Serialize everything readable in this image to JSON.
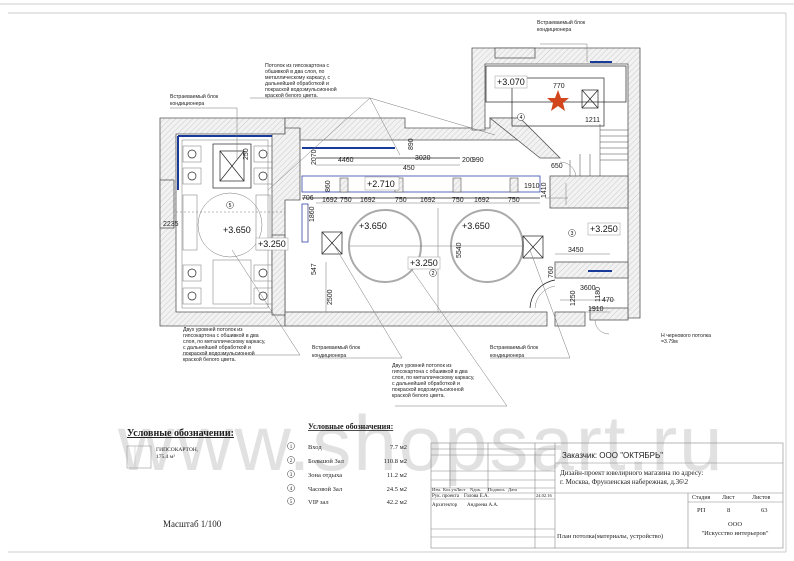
{
  "watermark": "www.shopsart.ru",
  "notes": {
    "ac_unit": [
      "Встраеваемый блок",
      "кондиционера"
    ],
    "ceiling_top": [
      "Потолок из гипсокартона с",
      "обшивкой в два слоя,  по",
      "металлическому каркасу, с",
      "дальнейшей обработкой и",
      "покраской водоэмульсионной",
      "краской белого цвета."
    ],
    "two_level": [
      "Двух уровней потолок из",
      "гипсокартона с обшивкой в два",
      "слоя,  по металлическому каркасу,",
      "с дальнейшей обработкой и",
      "покраской водоэмульсионной",
      "краской белого цвета."
    ],
    "rough_ceiling": [
      "Н чернового потолка",
      "=3.79м"
    ]
  },
  "elevations": {
    "room4": "+3.070",
    "soffit": "+2.710",
    "vip_high": "+3.650",
    "vip_low": "+3.250",
    "hall_high_1": "+3.650",
    "hall_high_2": "+3.650",
    "hall_low": "+3.250",
    "room3": "+3.250"
  },
  "dimensions": {
    "d4460": "4460",
    "d3020": "3020",
    "d890": "890",
    "d2070": "2070",
    "d200": "200",
    "d990": "990",
    "d450": "450",
    "d860": "860",
    "d706": "706",
    "d1692": "1692",
    "d750": "750",
    "d1860": "1860",
    "d547": "547",
    "d2500": "2500",
    "d5540": "5540",
    "d650": "650",
    "d1410": "1410",
    "d1910": "1910",
    "d3450": "3450",
    "d3600": "3600",
    "d1180": "1180",
    "d470": "470",
    "d1250": "1250",
    "d770": "770",
    "d1211": "1211",
    "d760": "760",
    "d2235": "2235",
    "d250": "250"
  },
  "room_markers": [
    "1",
    "2",
    "3",
    "4",
    "5"
  ],
  "legend_materials": {
    "title": "Условные обозначении:",
    "items": [
      {
        "label": "ГИПСОКАРТОН,",
        "area": "175.4 м²"
      }
    ]
  },
  "legend_rooms": {
    "title": "Условные обозначения:",
    "rows": [
      {
        "num": "1",
        "name": "Вход",
        "area": "7.7 м2"
      },
      {
        "num": "2",
        "name": "Большой Зал",
        "area": "110.8 м2"
      },
      {
        "num": "3",
        "name": "Зона отдыха",
        "area": "11.2 м2"
      },
      {
        "num": "4",
        "name": "Часовой Зал",
        "area": "24.5 м2"
      },
      {
        "num": "5",
        "name": "VIP зал",
        "area": "42.2 м2"
      }
    ]
  },
  "scale": "Масштаб 1/100",
  "title_block": {
    "client": "Заказчик:  ООО \"ОКТЯБРЬ\"",
    "project_line1": "Дизайн-проект ювелирного магазина по адресу:",
    "project_line2": "г. Москва, Фрунзенская набережная, д.36\\2",
    "header_cols": [
      "Изм.",
      "Кол.уч.",
      "Лист",
      "Nдок.",
      "Подпись",
      "Дата"
    ],
    "role1": "Рук. проекта",
    "person1": "Голова Е.А.",
    "date1": "24.02.16",
    "role2": "Архитектор",
    "person2": "Андреева А.А.",
    "sheet_title": "План потолка(материалы, устройство)",
    "stage_label": "Стадия",
    "sheet_label": "Лист",
    "sheets_label": "Листов",
    "stage": "РП",
    "sheet": "8",
    "sheets": "63",
    "company_line1": "ООО",
    "company_line2": "\"Искусство интерьеров\""
  },
  "colors": {
    "wall_line": "#555555",
    "blue_line": "#1a3a9a",
    "star": "#d2461e",
    "watermark": "#d8d8d8"
  }
}
